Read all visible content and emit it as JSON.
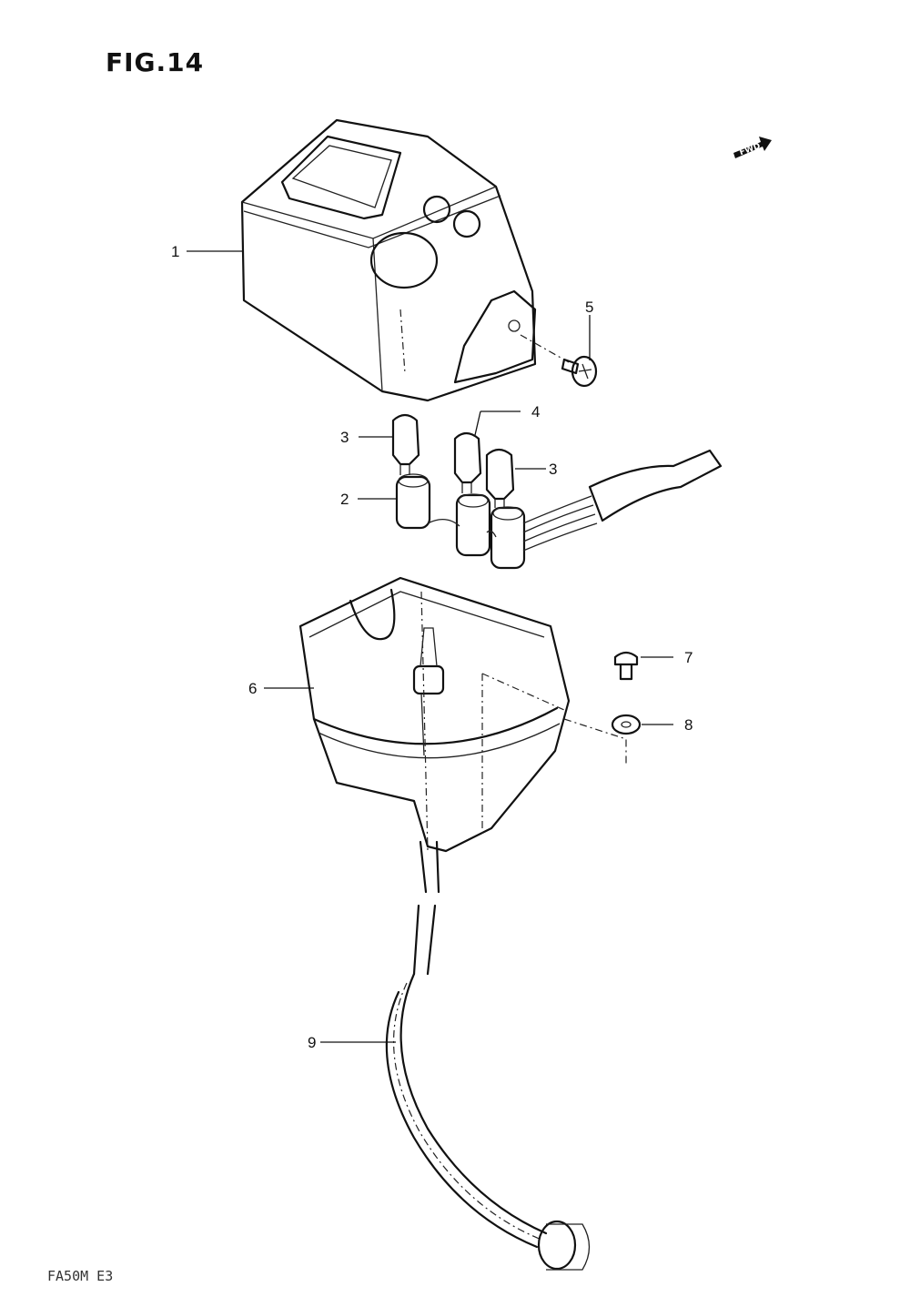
{
  "figure": {
    "title": "FIG.14",
    "model_code": "FA50M E3",
    "fwd_label": "FWD"
  },
  "callouts": [
    {
      "id": "1",
      "label": "1"
    },
    {
      "id": "2",
      "label": "2"
    },
    {
      "id": "3a",
      "label": "3"
    },
    {
      "id": "3b",
      "label": "3"
    },
    {
      "id": "4",
      "label": "4"
    },
    {
      "id": "5",
      "label": "5"
    },
    {
      "id": "6",
      "label": "6"
    },
    {
      "id": "7",
      "label": "7"
    },
    {
      "id": "8",
      "label": "8"
    },
    {
      "id": "9",
      "label": "9"
    }
  ]
}
